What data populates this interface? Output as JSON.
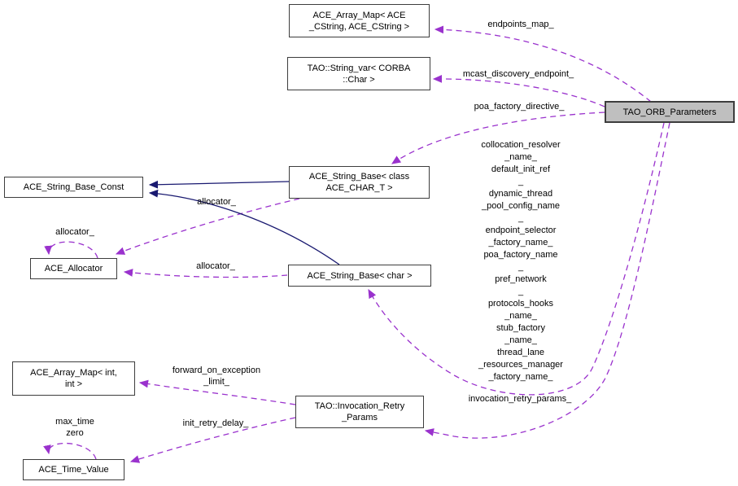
{
  "diagram": {
    "title": "TAO_ORB_Parameters collaboration diagram",
    "nodes": [
      {
        "id": "array-map-cstring",
        "label": "ACE_Array_Map< ACE\n_CString, ACE_CString >"
      },
      {
        "id": "string-var-corba",
        "label": "TAO::String_var< CORBA\n::Char >"
      },
      {
        "id": "orb-parameters",
        "label": "TAO_ORB_Parameters"
      },
      {
        "id": "string-base-class",
        "label": "ACE_String_Base< class\nACE_CHAR_T >"
      },
      {
        "id": "string-base-const",
        "label": "ACE_String_Base_Const"
      },
      {
        "id": "allocator",
        "label": "ACE_Allocator"
      },
      {
        "id": "string-base-char",
        "label": "ACE_String_Base< char >"
      },
      {
        "id": "array-map-int",
        "label": "ACE_Array_Map< int,\nint >"
      },
      {
        "id": "invocation-retry",
        "label": "TAO::Invocation_Retry\n_Params"
      },
      {
        "id": "time-value",
        "label": "ACE_Time_Value"
      }
    ],
    "edge_labels": {
      "endpoints_map": "endpoints_map_",
      "mcast_discovery_endpoint": "mcast_discovery_endpoint_",
      "poa_factory_directive": "poa_factory_directive_",
      "string_members": "collocation_resolver\n_name_\ndefault_init_ref\n_\ndynamic_thread\n_pool_config_name\n_\nendpoint_selector\n_factory_name_\npoa_factory_name\n_\npref_network\n_\nprotocols_hooks\n_name_\nstub_factory\n_name_\nthread_lane\n_resources_manager\n_factory_name_",
      "allocator_self": "allocator_",
      "allocator_class": "allocator_",
      "allocator_char": "allocator_",
      "forward_on_exception_limit": "forward_on_exception\n_limit_",
      "invocation_retry_params": "invocation_retry_params_",
      "init_retry_delay": "init_retry_delay_",
      "time_self": "max_time\nzero"
    }
  },
  "colors": {
    "edge_dashed": "#9a32cd",
    "edge_solid": "#191970",
    "node_fill": "#ffffff",
    "node_current_fill": "#bfbfbf",
    "node_border": "#3d3d3d",
    "text": "#000000",
    "bg": "#ffffff"
  }
}
